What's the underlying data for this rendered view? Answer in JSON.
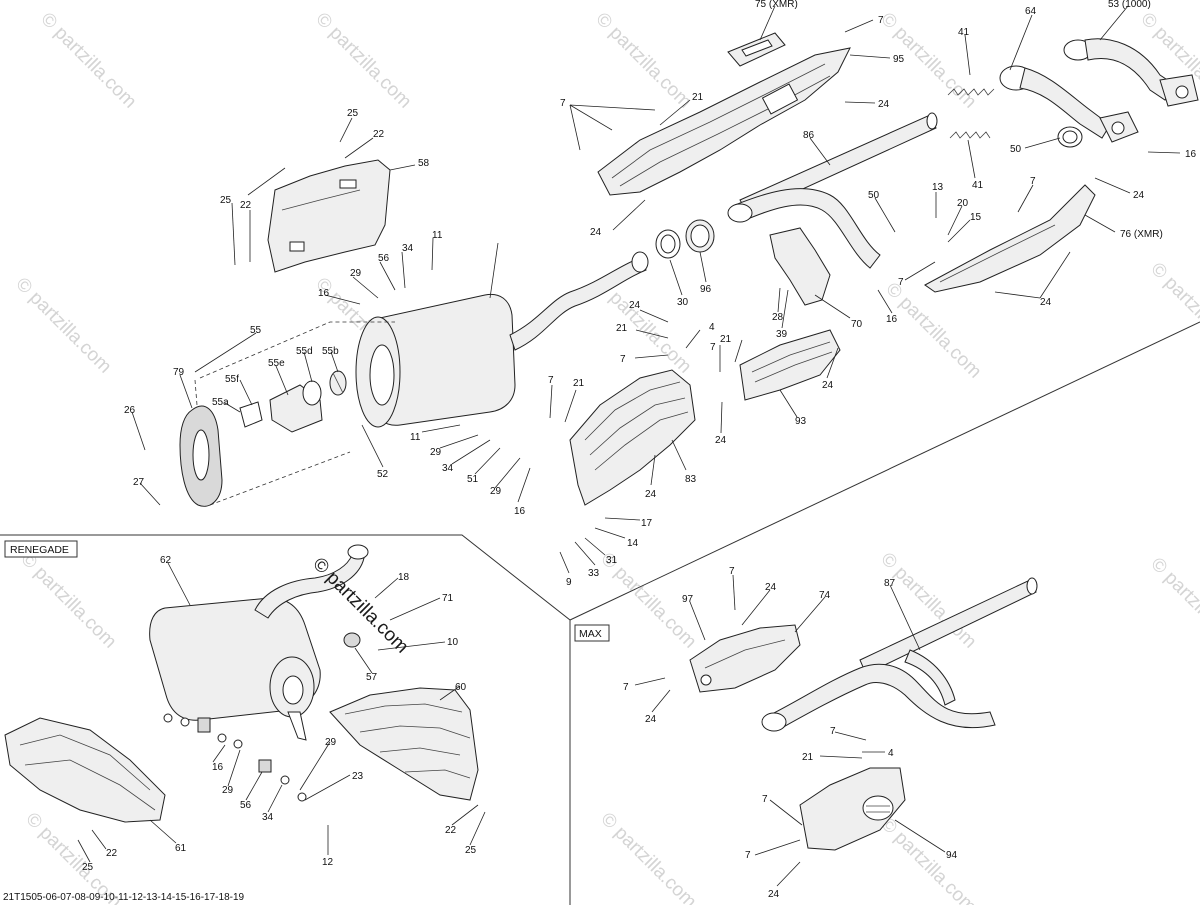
{
  "section_labels": {
    "renegade": "RENEGADE",
    "max": "MAX"
  },
  "diagram_code": "21T1505-06-07-08-09-10-11-12-13-14-15-16-17-18-19",
  "watermark": {
    "text": "© partzilla.com"
  },
  "callouts": {
    "c75_xmr": "75 (XMR)",
    "c53_1000": "53 (1000)",
    "c7_top": "7",
    "c95": "95",
    "c41_a": "41",
    "c64": "64",
    "c7_a": "7",
    "c21_a": "21",
    "c24_a": "24",
    "c86": "86",
    "c50_a": "50",
    "c16_a": "16",
    "c41_b": "41",
    "c24_b": "24",
    "c7_b": "7",
    "c24_c": "24",
    "c76_xmr": "76 (XMR)",
    "c25_a": "25",
    "c22_a": "22",
    "c58": "58",
    "c25_b": "25",
    "c22_b": "22",
    "c34_a": "34",
    "c11_a": "11",
    "c56_a": "56",
    "c29_a": "29",
    "c16_b": "16",
    "c55": "55",
    "c13": "13",
    "c20": "20",
    "c15": "15",
    "c50_b": "50",
    "c7_c": "7",
    "c24_d": "24",
    "c30": "30",
    "c96": "96",
    "c28": "28",
    "c39": "39",
    "c70": "70",
    "c16_c": "16",
    "c24_e": "24",
    "c21_b": "21",
    "c4_a": "4",
    "c7_d": "7",
    "c21_c": "21",
    "c7_e": "7",
    "c24_f": "24",
    "c55f": "55f",
    "c55e": "55e",
    "c55d": "55d",
    "c55b": "55b",
    "c55a": "55a",
    "c79": "79",
    "c26": "26",
    "c27": "27",
    "c52": "52",
    "c11_b": "11",
    "c29_b": "29",
    "c34_b": "34",
    "c51": "51",
    "c29_c": "29",
    "c16_d": "16",
    "c7_f": "7",
    "c21_d": "21",
    "c83": "83",
    "c24_g": "24",
    "c93": "93",
    "c24_h": "24",
    "c17": "17",
    "c14": "14",
    "c31": "31",
    "c33": "33",
    "c9": "9",
    "c62": "62",
    "c18": "18",
    "c71": "71",
    "c10": "10",
    "c57": "57",
    "c60": "60",
    "c16_e": "16",
    "c29_d": "29",
    "c56_b": "56",
    "c34_c": "34",
    "c29_e": "29",
    "c23": "23",
    "c12": "12",
    "c22_c": "22",
    "c25_c": "25",
    "c61": "61",
    "c22_d": "22",
    "c25_d": "25",
    "c97": "97",
    "c7_g": "7",
    "c24_i": "24",
    "c74": "74",
    "c7_h": "7",
    "c24_j": "24",
    "c87": "87",
    "c7_i": "7",
    "c21_e": "21",
    "c4_b": "4",
    "c7_j": "7",
    "c7_k": "7",
    "c94": "94",
    "c24_k": "24"
  }
}
